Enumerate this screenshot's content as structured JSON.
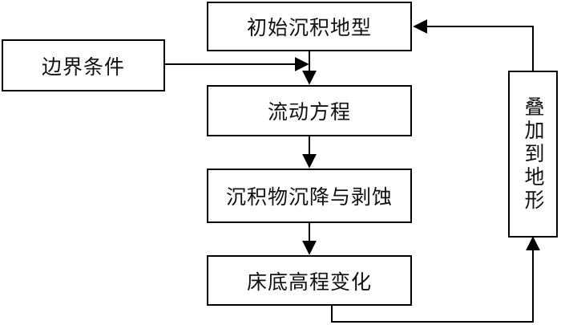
{
  "flowchart": {
    "nodes": {
      "initial": "初始沉积地型",
      "boundary": "边界条件",
      "flow": "流动方程",
      "sediment": "沉积物沉降与剥蚀",
      "bed": "床底高程变化",
      "overlay": "叠加到地形"
    },
    "edges": [
      {
        "from": "initial",
        "to": "flow"
      },
      {
        "from": "boundary",
        "to": "flow"
      },
      {
        "from": "flow",
        "to": "sediment"
      },
      {
        "from": "sediment",
        "to": "bed"
      },
      {
        "from": "bed",
        "to": "overlay"
      },
      {
        "from": "overlay",
        "to": "initial"
      }
    ]
  },
  "colors": {
    "stroke": "#000000",
    "background": "#ffffff"
  }
}
